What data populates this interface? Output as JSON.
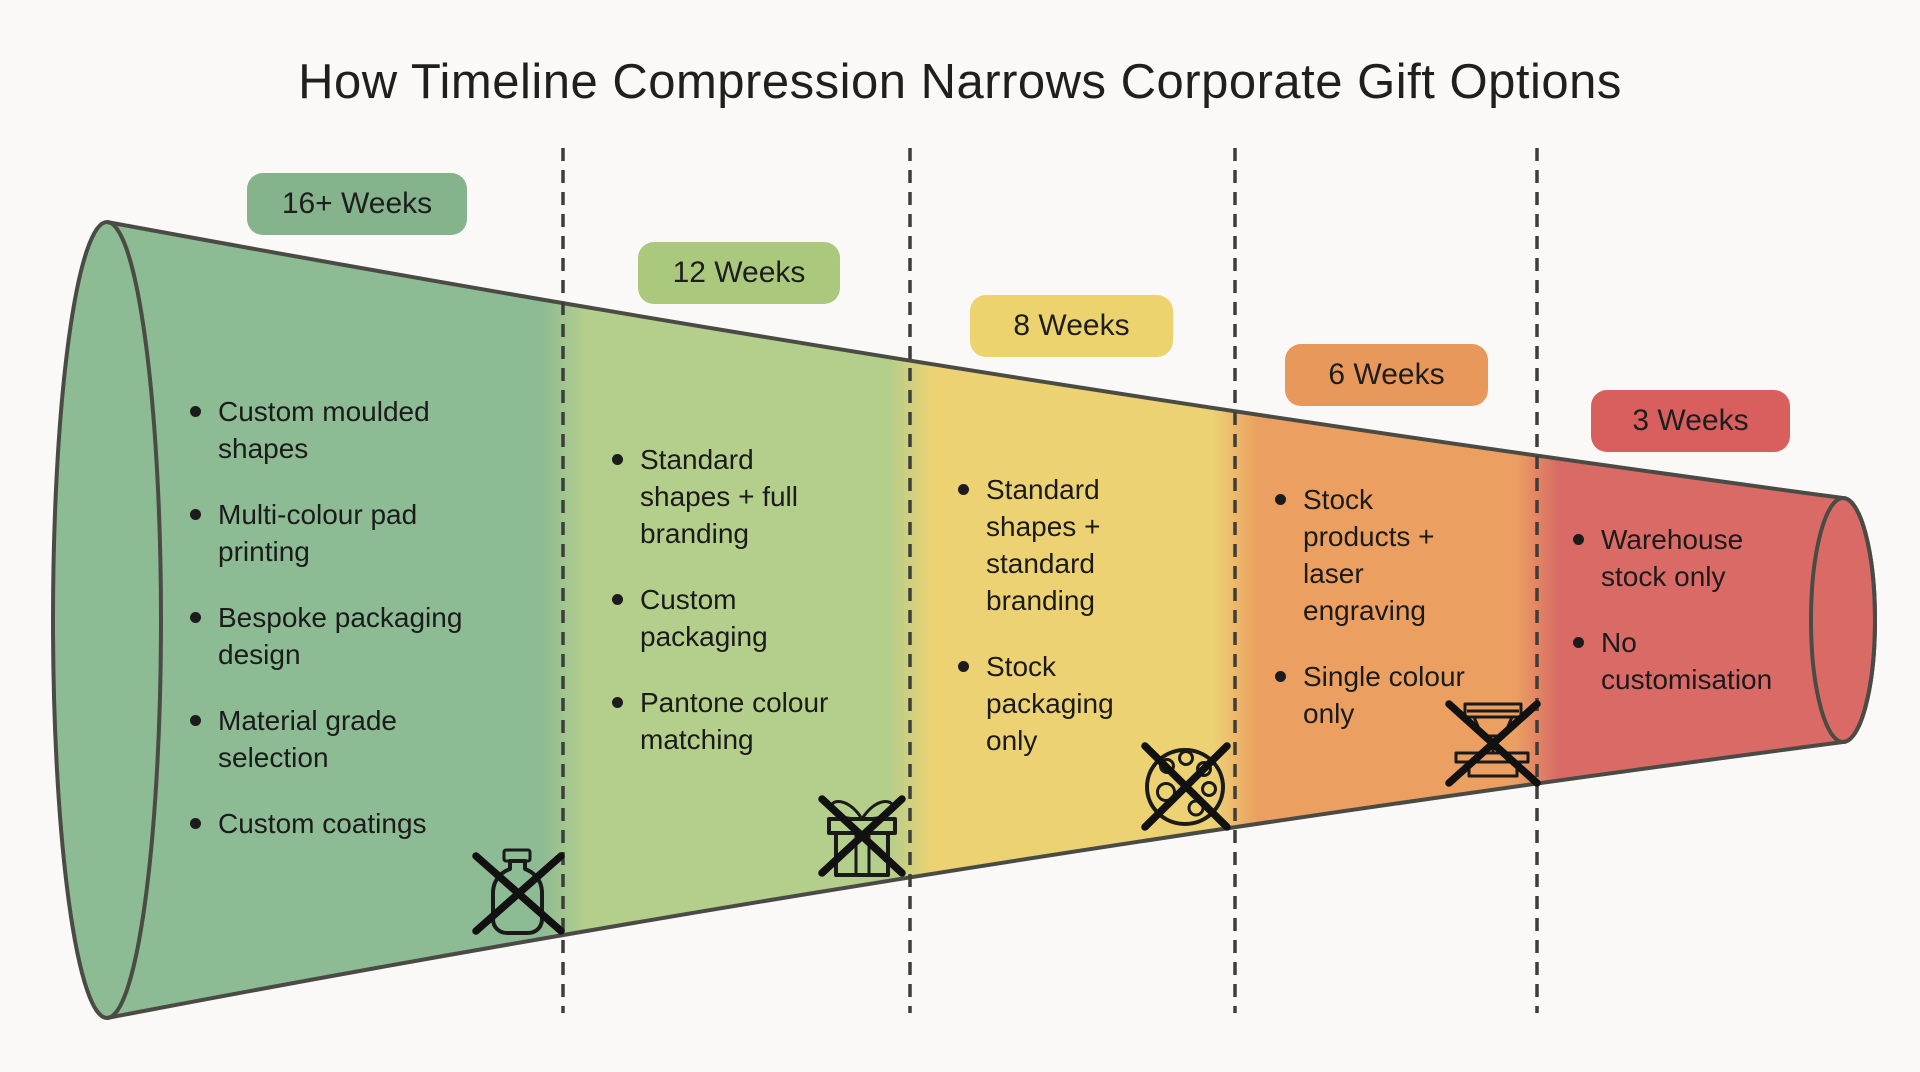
{
  "title": "How Timeline Compression Narrows Corporate Gift Options",
  "stages": [
    {
      "label": "16+ Weeks",
      "badge_color": "#84b38c",
      "band_color": "#8dbb93",
      "bullets": [
        "Custom moulded shapes",
        "Multi-colour pad printing",
        "Bespoke packaging design",
        "Material grade selection",
        "Custom coatings"
      ],
      "lost_option_icon": "bottle-crossed"
    },
    {
      "label": "12 Weeks",
      "badge_color": "#abc97d",
      "band_color": "#b4ce8c",
      "bullets": [
        "Standard shapes + full branding",
        "Custom packaging",
        "Pantone colour matching"
      ],
      "lost_option_icon": "gift-crossed"
    },
    {
      "label": "8 Weeks",
      "badge_color": "#edd36e",
      "band_color": "#ecd273",
      "bullets": [
        "Standard shapes + standard branding",
        "Stock packaging only"
      ],
      "lost_option_icon": "palette-crossed"
    },
    {
      "label": "6 Weeks",
      "badge_color": "#e8985b",
      "band_color": "#eba061",
      "bullets": [
        "Stock products + laser engraving",
        "Single colour only"
      ],
      "lost_option_icon": "laser-engraver-crossed"
    },
    {
      "label": "3 Weeks",
      "badge_color": "#d95f5f",
      "band_color": "#d96a66",
      "bullets": [
        "Warehouse stock only",
        "No customisation"
      ],
      "lost_option_icon": null
    }
  ]
}
